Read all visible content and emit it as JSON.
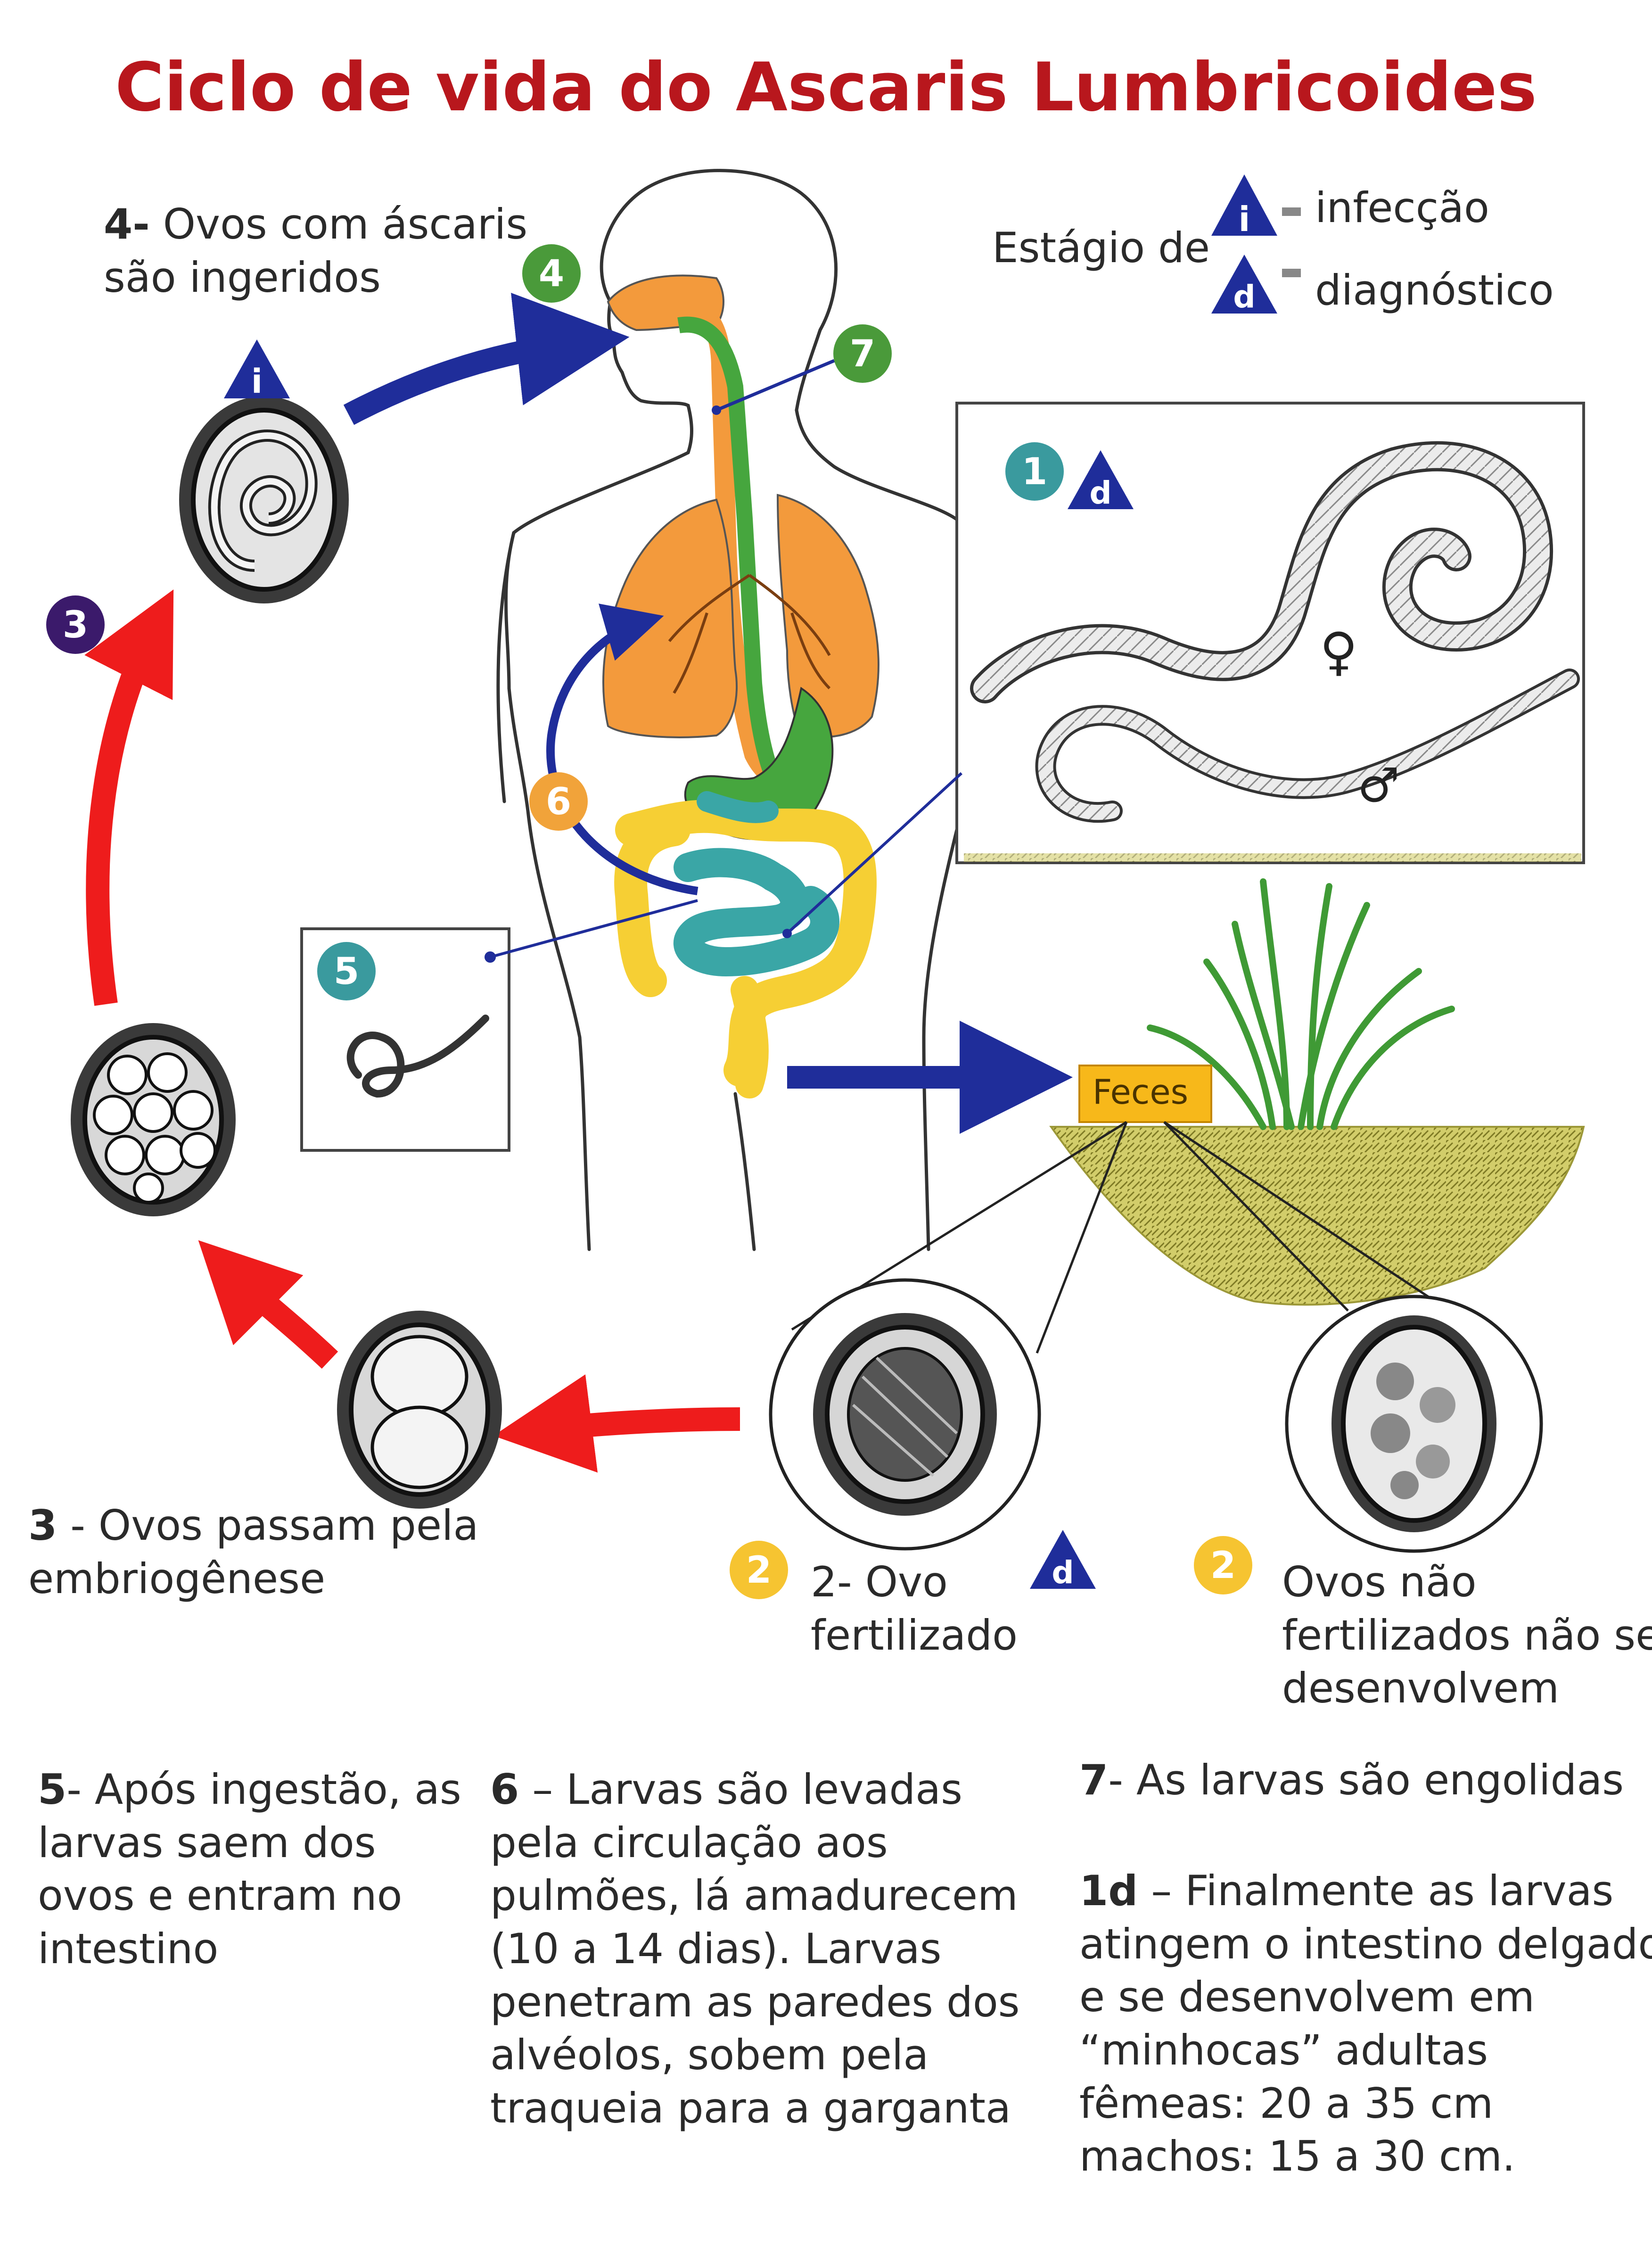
{
  "title": "Ciclo de vida do Ascaris Lumbricoides",
  "legend": {
    "prefix": "Estágio de",
    "infection_letter": "i",
    "infection_label": "infecção",
    "diagnostic_letter": "d",
    "diagnostic_label": "diagnóstico"
  },
  "stage_numbers": {
    "s1": "1",
    "s2a": "2",
    "s2b": "2",
    "s3": "3",
    "s4": "4",
    "s5": "5",
    "s6": "6",
    "s7": "7"
  },
  "feces_label": "Feces",
  "sex_symbols": {
    "female": "♀",
    "male": "♂"
  },
  "captions": {
    "s4_num": "4-",
    "s4_line1": " Ovos com áscaris",
    "s4_line2": "são ingeridos",
    "s3_num": "3",
    "s3_line1": " - Ovos passam pela",
    "s3_line2": "embriogênese",
    "s2_line1": "2- Ovo",
    "s2_line2": "fertilizado",
    "s2u_line1": "Ovos não",
    "s2u_line2": "fertilizados não se",
    "s2u_line3": "desenvolvem"
  },
  "notes": {
    "n5_num": "5",
    "n5_text": "- Após ingestão, as larvas saem dos ovos e entram no intestino",
    "n6_num": "6",
    "n6_text": " – Larvas são levadas pela circulação aos pulmões, lá amadurecem (10 a 14 dias). Larvas penetram as paredes dos alvéolos, sobem pela traqueia para a garganta",
    "n7_num": "7",
    "n7_text": "- As larvas são engolidas",
    "n1_num": "1d",
    "n1_line1": " – Finalmente as larvas",
    "n1_line2": "atingem o intestino delgado",
    "n1_line3": "e se desenvolvem em",
    "n1_line4": "“minhocas” adultas",
    "n1_line5": " fêmeas: 20 a 35 cm",
    "n1_line6": "machos: 15 a 30 cm."
  },
  "colors": {
    "title": "#b8171d",
    "blue_arrow": "#1f2d9a",
    "red_arrow": "#ee1c1c",
    "green_badge": "#4a9a3a",
    "purple_badge": "#3b1a6b",
    "teal_badge": "#3a9a9e",
    "orange_badge": "#f1a33a",
    "yellow_badge": "#f6c431",
    "lungs": "#f39a3c",
    "esophagus": "#46a63e",
    "colon": "#f6cf34",
    "small_intestine": "#3aa6a6",
    "feces": "#f7b81a",
    "soil": "#c8c25a",
    "grass": "#3f9a35"
  }
}
